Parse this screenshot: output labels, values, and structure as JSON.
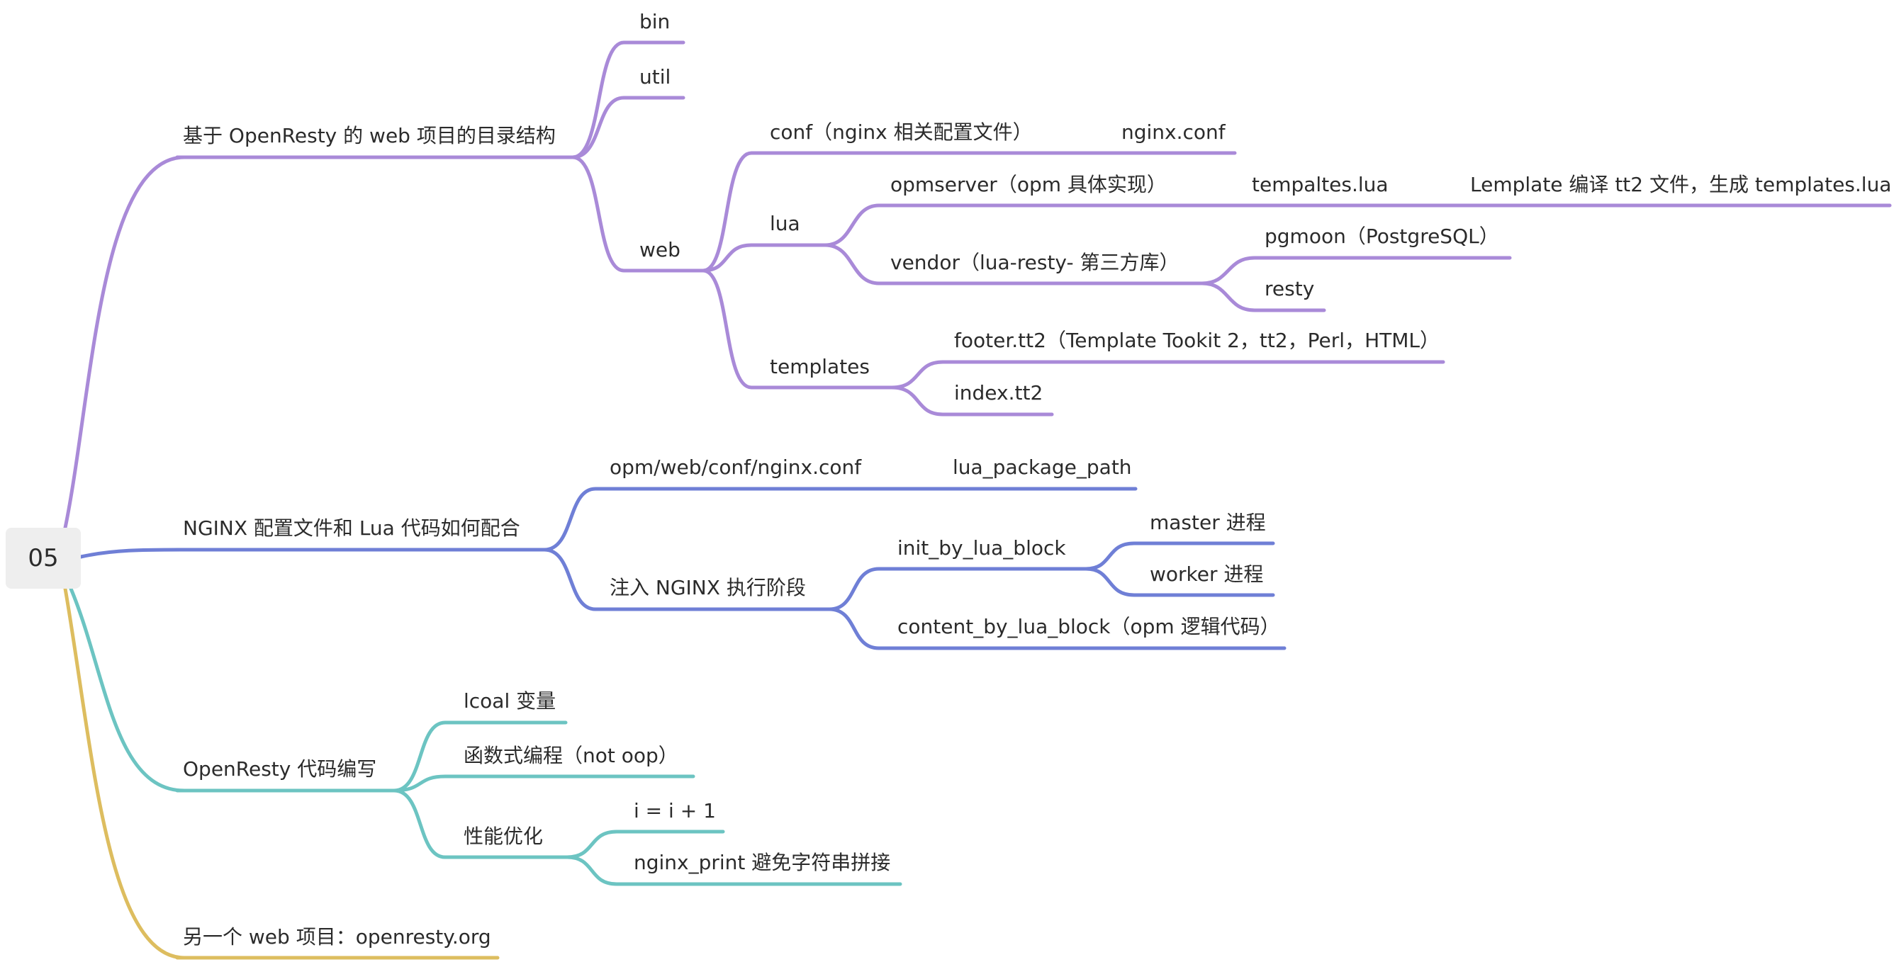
{
  "root": {
    "label": "05"
  },
  "colors": {
    "purple": "#a98ad8",
    "blue": "#6f7fd6",
    "teal": "#6cc4c2",
    "gold": "#ddbd5f"
  },
  "nodes": {
    "b1": "基于 OpenResty 的 web 项目的目录结构",
    "bin": "bin",
    "util": "util",
    "web": "web",
    "conf": "conf（nginx 相关配置文件）",
    "nginx_conf": "nginx.conf",
    "lua": "lua",
    "opmserver": "opmserver（opm 具体实现）",
    "tempaltes_lua": "tempaltes.lua",
    "lemplate": "Lemplate 编译 tt2 文件，生成 templates.lua",
    "vendor": "vendor（lua-resty- 第三方库）",
    "pgmoon": "pgmoon（PostgreSQL）",
    "resty": "resty",
    "templates": "templates",
    "footer": "footer.tt2（Template Tookit 2，tt2，Perl，HTML）",
    "index": "index.tt2",
    "b2": "NGINX 配置文件和 Lua 代码如何配合",
    "opm_conf": "opm/web/conf/nginx.conf",
    "lua_path": "lua_package_path",
    "inject": "注入 NGINX 执行阶段",
    "init_block": "init_by_lua_block",
    "master": "master 进程",
    "worker": "worker 进程",
    "content_block": "content_by_lua_block（opm 逻辑代码）",
    "b3": "OpenResty 代码编写",
    "local_var": "lcoal 变量",
    "functional": "函数式编程（not oop）",
    "perf": "性能优化",
    "incr": "i = i + 1",
    "nginx_print": "nginx_print 避免字符串拼接",
    "b4": "另一个 web 项目：openresty.org"
  }
}
